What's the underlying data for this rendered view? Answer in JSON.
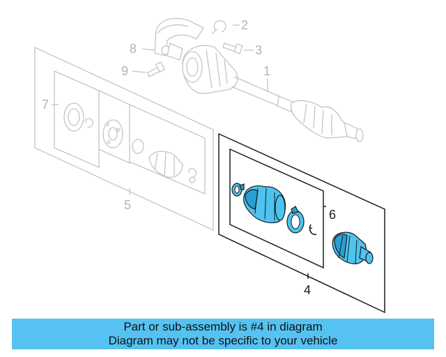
{
  "callouts": {
    "c1": "1",
    "c2": "2",
    "c3": "3",
    "c4": "4",
    "c5": "5",
    "c6": "6",
    "c7": "7",
    "c8": "8",
    "c9": "9"
  },
  "banner": {
    "line1": "Part or sub-assembly is #4 in diagram",
    "line2": "Diagram may not be specific to your vehicle"
  },
  "colors": {
    "highlight": "#4dc3f0",
    "banner_bg": "#55c2f2",
    "ghost_line": "#c4c4c4"
  }
}
